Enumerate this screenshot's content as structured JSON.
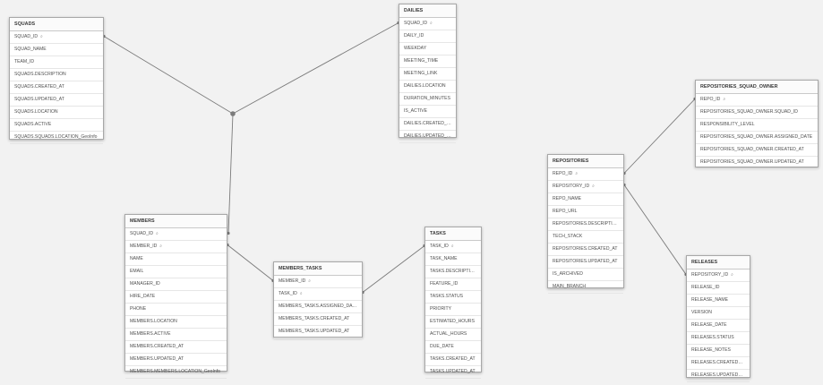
{
  "key_icon": "⌕",
  "tables": [
    {
      "id": "SQUADS",
      "title": "SQUADS",
      "fields": [
        {
          "name": "SQUAD_ID",
          "key": true
        },
        {
          "name": "SQUAD_NAME"
        },
        {
          "name": "TEAM_ID"
        },
        {
          "name": "SQUADS.DESCRIPTION"
        },
        {
          "name": "SQUADS.CREATED_AT"
        },
        {
          "name": "SQUADS.UPDATED_AT"
        },
        {
          "name": "SQUADS.LOCATION"
        },
        {
          "name": "SQUADS.ACTIVE"
        },
        {
          "name": "SQUADS.SQUADS.LOCATION_GeoInfo"
        }
      ]
    },
    {
      "id": "DAILIES",
      "title": "DAILIES",
      "fields": [
        {
          "name": "SQUAD_ID",
          "key": true
        },
        {
          "name": "DAILY_ID"
        },
        {
          "name": "WEEKDAY"
        },
        {
          "name": "MEETING_TIME"
        },
        {
          "name": "MEETING_LINK"
        },
        {
          "name": "DAILIES.LOCATION"
        },
        {
          "name": "DURATION_MINUTES"
        },
        {
          "name": "IS_ACTIVE"
        },
        {
          "name": "DAILIES.CREATED_AT"
        },
        {
          "name": "DAILIES.UPDATED_AT"
        }
      ]
    },
    {
      "id": "REPOSITORIES_SQUAD_OWNER",
      "title": "REPOSITORIES_SQUAD_OWNER",
      "fields": [
        {
          "name": "REPO_ID",
          "key": true
        },
        {
          "name": "REPOSITORIES_SQUAD_OWNER.SQUAD_ID"
        },
        {
          "name": "RESPONSIBILITY_LEVEL"
        },
        {
          "name": "REPOSITORIES_SQUAD_OWNER.ASSIGNED_DATE"
        },
        {
          "name": "REPOSITORIES_SQUAD_OWNER.CREATED_AT"
        },
        {
          "name": "REPOSITORIES_SQUAD_OWNER.UPDATED_AT"
        }
      ]
    },
    {
      "id": "REPOSITORIES",
      "title": "REPOSITORIES",
      "fields": [
        {
          "name": "REPO_ID",
          "key": true
        },
        {
          "name": "REPOSITORY_ID",
          "key": true
        },
        {
          "name": "REPO_NAME"
        },
        {
          "name": "REPO_URL"
        },
        {
          "name": "REPOSITORIES.DESCRIPTION"
        },
        {
          "name": "TECH_STACK"
        },
        {
          "name": "REPOSITORIES.CREATED_AT"
        },
        {
          "name": "REPOSITORIES.UPDATED_AT"
        },
        {
          "name": "IS_ARCHIVED"
        },
        {
          "name": "MAIN_BRANCH"
        }
      ]
    },
    {
      "id": "MEMBERS",
      "title": "MEMBERS",
      "fields": [
        {
          "name": "SQUAD_ID",
          "key": true
        },
        {
          "name": "MEMBER_ID",
          "key": true
        },
        {
          "name": "NAME"
        },
        {
          "name": "EMAIL"
        },
        {
          "name": "MANAGER_ID"
        },
        {
          "name": "HIRE_DATE"
        },
        {
          "name": "PHONE"
        },
        {
          "name": "MEMBERS.LOCATION"
        },
        {
          "name": "MEMBERS.ACTIVE"
        },
        {
          "name": "MEMBERS.CREATED_AT"
        },
        {
          "name": "MEMBERS.UPDATED_AT"
        },
        {
          "name": "MEMBERS.MEMBERS.LOCATION_GeoInfo"
        }
      ]
    },
    {
      "id": "MEMBERS_TASKS",
      "title": "MEMBERS_TASKS",
      "fields": [
        {
          "name": "MEMBER_ID",
          "key": true
        },
        {
          "name": "TASK_ID",
          "key": true
        },
        {
          "name": "MEMBERS_TASKS.ASSIGNED_DATE"
        },
        {
          "name": "MEMBERS_TASKS.CREATED_AT"
        },
        {
          "name": "MEMBERS_TASKS.UPDATED_AT"
        }
      ]
    },
    {
      "id": "TASKS",
      "title": "TASKS",
      "fields": [
        {
          "name": "TASK_ID",
          "key": true
        },
        {
          "name": "TASK_NAME"
        },
        {
          "name": "TASKS.DESCRIPTION"
        },
        {
          "name": "FEATURE_ID"
        },
        {
          "name": "TASKS.STATUS"
        },
        {
          "name": "PRIORITY"
        },
        {
          "name": "ESTIMATED_HOURS"
        },
        {
          "name": "ACTUAL_HOURS"
        },
        {
          "name": "DUE_DATE"
        },
        {
          "name": "TASKS.CREATED_AT"
        },
        {
          "name": "TASKS.UPDATED_AT"
        }
      ]
    },
    {
      "id": "RELEASES",
      "title": "RELEASES",
      "fields": [
        {
          "name": "REPOSITORY_ID",
          "key": true
        },
        {
          "name": "RELEASE_ID"
        },
        {
          "name": "RELEASE_NAME"
        },
        {
          "name": "VERSION"
        },
        {
          "name": "RELEASE_DATE"
        },
        {
          "name": "RELEASES.STATUS"
        },
        {
          "name": "RELEASE_NOTES"
        },
        {
          "name": "RELEASES.CREATED_AT"
        },
        {
          "name": "RELEASES.UPDATED_AT"
        }
      ]
    }
  ],
  "links": [
    {
      "from": "SQUADS",
      "from_field": "SQUAD_ID",
      "to": "hub"
    },
    {
      "from": "DAILIES",
      "from_field": "SQUAD_ID",
      "to": "hub"
    },
    {
      "from": "MEMBERS",
      "from_field": "SQUAD_ID",
      "to": "hub"
    },
    {
      "from": "MEMBERS",
      "from_field": "MEMBER_ID",
      "to": "MEMBERS_TASKS",
      "to_field": "MEMBER_ID"
    },
    {
      "from": "MEMBERS_TASKS",
      "from_field": "TASK_ID",
      "to": "TASKS",
      "to_field": "TASK_ID"
    },
    {
      "from": "REPOSITORIES",
      "from_field": "REPO_ID",
      "to": "REPOSITORIES_SQUAD_OWNER",
      "to_field": "REPO_ID"
    },
    {
      "from": "REPOSITORIES",
      "from_field": "REPOSITORY_ID",
      "to": "RELEASES",
      "to_field": "REPOSITORY_ID"
    }
  ]
}
